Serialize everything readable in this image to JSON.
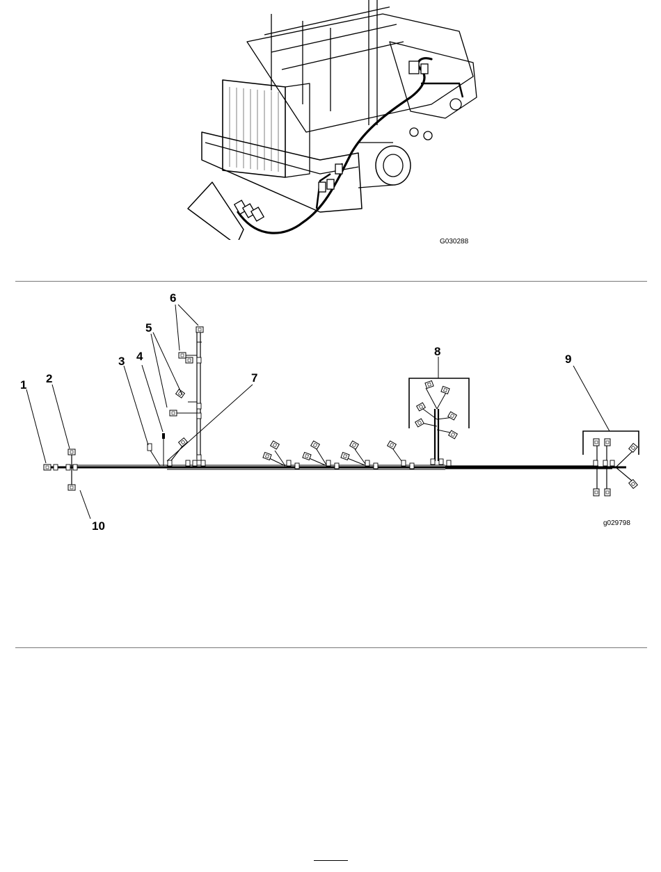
{
  "figure_top": {
    "code": "G030288"
  },
  "figure_harness": {
    "code": "g029798",
    "callouts": [
      "1",
      "2",
      "3",
      "4",
      "5",
      "6",
      "7",
      "8",
      "9",
      "10"
    ]
  },
  "colors": {
    "line": "#000000",
    "rule": "#777777",
    "background": "#ffffff"
  }
}
